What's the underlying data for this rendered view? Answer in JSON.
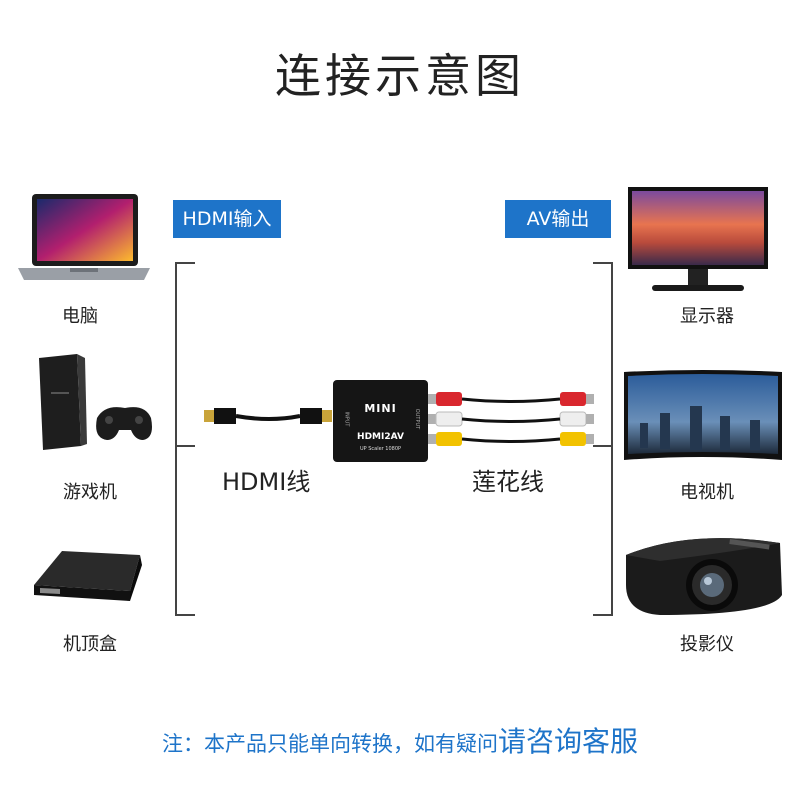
{
  "title": "连接示意图",
  "input_tag": "HDMI输入",
  "output_tag": "AV输出",
  "sources": [
    {
      "label": "电脑",
      "icon": "laptop"
    },
    {
      "label": "游戏机",
      "icon": "game-console"
    },
    {
      "label": "机顶盒",
      "icon": "set-top-box"
    }
  ],
  "targets": [
    {
      "label": "显示器",
      "icon": "monitor"
    },
    {
      "label": "电视机",
      "icon": "tv"
    },
    {
      "label": "投影仪",
      "icon": "projector"
    }
  ],
  "cable_hdmi": "HDMI线",
  "cable_rca": "莲花线",
  "device": {
    "brand": "MINI",
    "model": "HDMI2AV",
    "subtitle": "UP Scaler 1080P",
    "input_port": "INPUT",
    "output_port": "OUTPUT"
  },
  "note": {
    "main": "注：本产品只能单向转换，如有疑问",
    "emphasis": "请咨询客服"
  },
  "colors": {
    "accent": "#1e74c9",
    "rca_red": "#d9272e",
    "rca_white": "#eeeeee",
    "rca_yellow": "#f2c200"
  }
}
